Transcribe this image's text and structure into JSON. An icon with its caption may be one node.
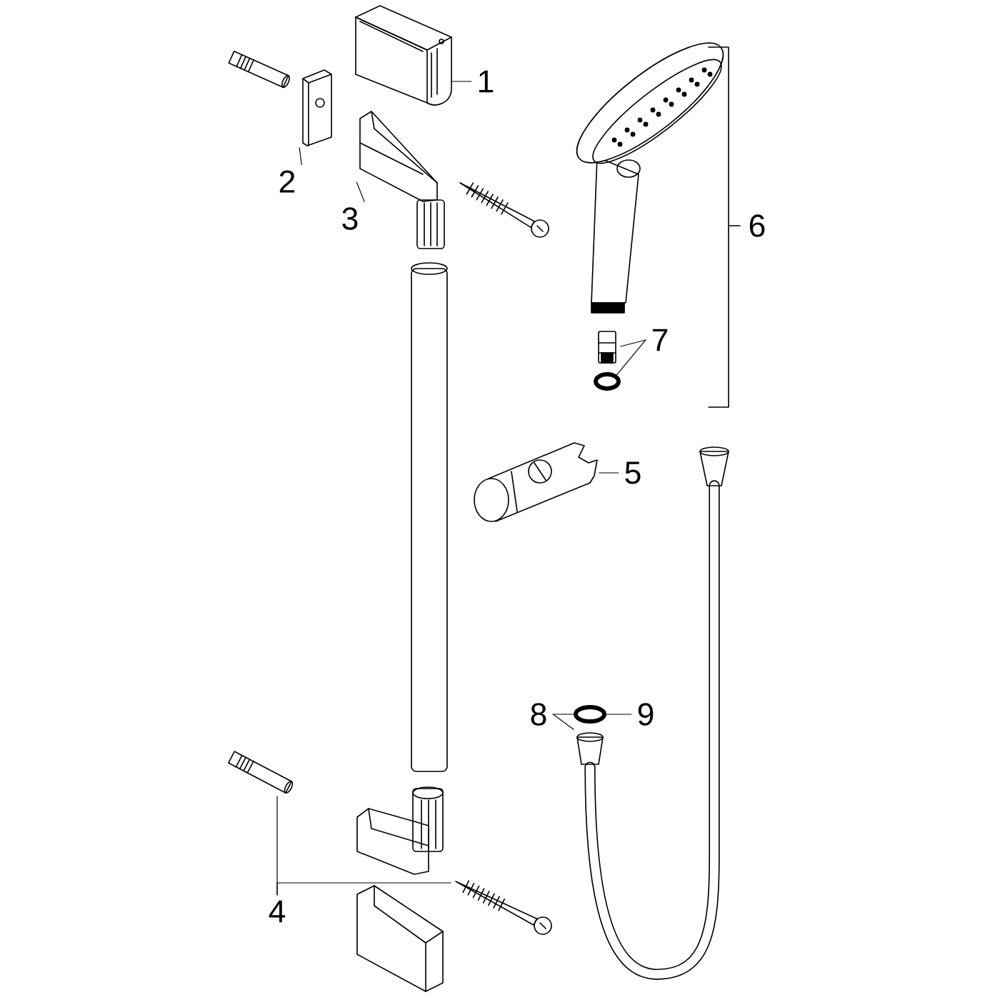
{
  "diagram": {
    "nodes": [
      {
        "text": [
          "1"
        ]
      },
      {
        "text": [],
        "shape": "picture"
      },
      {
        "text": [
          "2"
        ]
      },
      {
        "text": [],
        "shape": "picture"
      },
      {
        "text": [
          "3"
        ]
      },
      {
        "text": [],
        "shape": "picture"
      },
      {
        "text": [
          "4"
        ]
      },
      {
        "text": [],
        "shape": "picture"
      },
      {
        "text": [],
        "shape": "picture"
      },
      {
        "text": [
          "5"
        ]
      },
      {
        "text": [],
        "shape": "picture"
      },
      {
        "text": [
          "7"
        ]
      },
      {
        "text": [],
        "shape": "picture"
      },
      {
        "text": [],
        "shape": "circle"
      },
      {
        "text": [
          "8"
        ]
      },
      {
        "text": [],
        "shape": "circle"
      },
      {
        "text": [],
        "shape": "picture"
      },
      {
        "text": [
          "9"
        ]
      }
    ],
    "edges": [
      {
        "from": 0,
        "to": 1,
        "arrow": "none"
      },
      {
        "from": 2,
        "to": 3,
        "arrow": "none"
      },
      {
        "from": 4,
        "to": 5,
        "arrow": "none"
      },
      {
        "from": 6,
        "to": 7,
        "arrow": "none"
      },
      {
        "from": 6,
        "to": 8,
        "arrow": "none"
      },
      {
        "from": 9,
        "to": 10,
        "arrow": "none"
      },
      {
        "from": 11,
        "to": 12,
        "arrow": "none"
      },
      {
        "from": 11,
        "to": 13,
        "arrow": "none"
      },
      {
        "from": 14,
        "to": 15,
        "arrow": "none"
      },
      {
        "from": 14,
        "to": 16,
        "arrow": "none"
      },
      {
        "from": 17,
        "to": 15,
        "arrow": "none"
      }
    ],
    "labels": [
      "6"
    ]
  }
}
